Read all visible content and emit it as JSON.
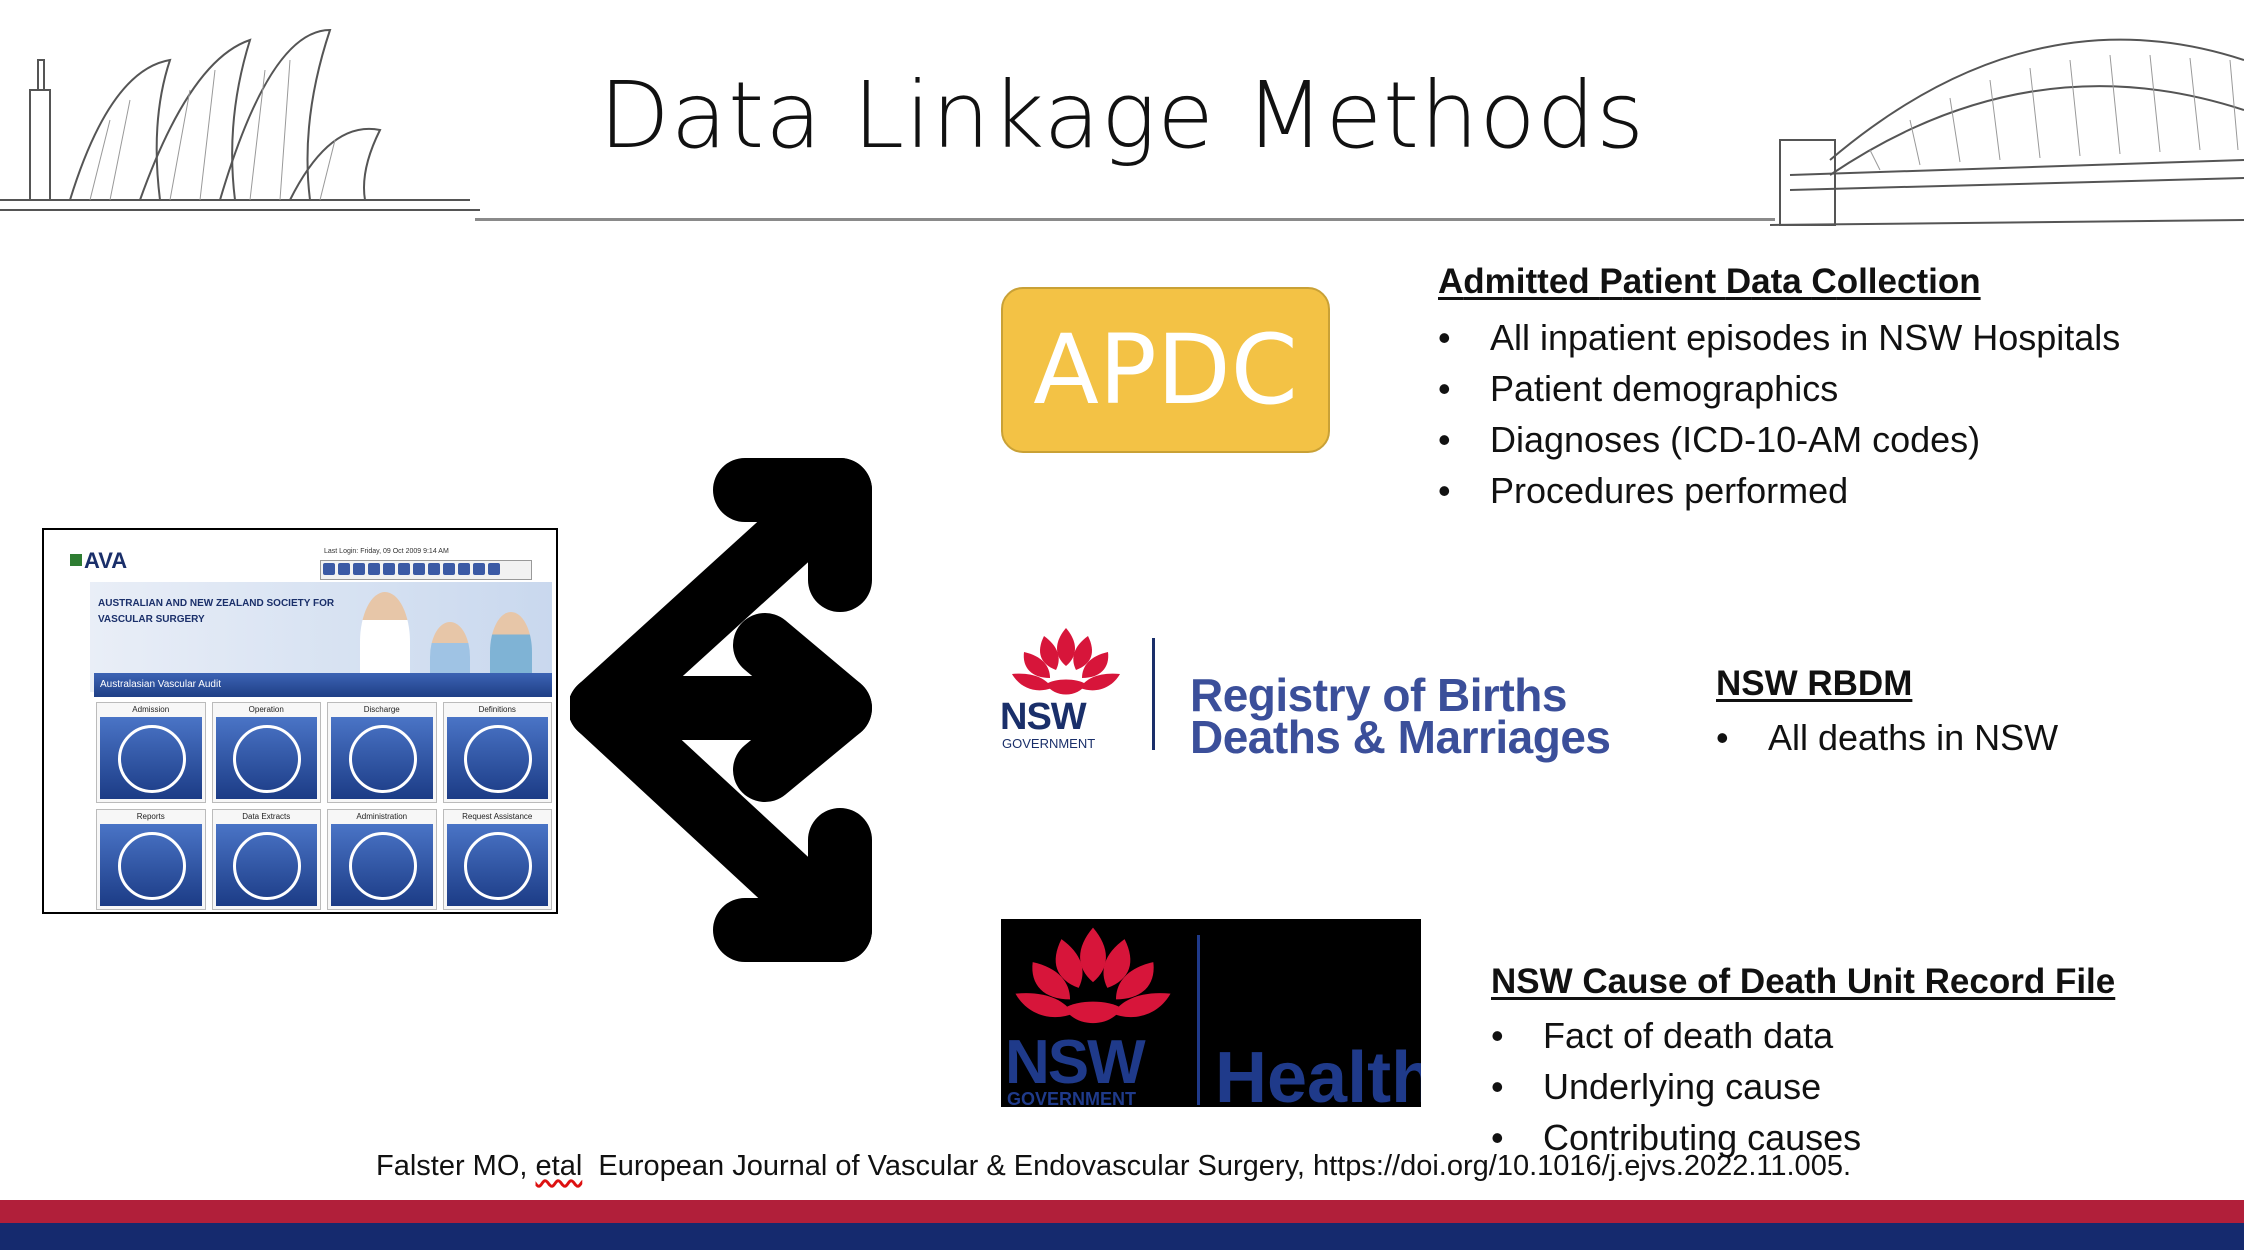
{
  "slide": {
    "title": "Data Linkage Methods",
    "citation": {
      "author": "Falster MO, ",
      "etal": "etal",
      "rest": "  European Journal of Vascular & Endovascular Surgery, https://doi.org/10.1016/j.ejvs.2022.11.005."
    }
  },
  "ava_screenshot": {
    "logo": "AVA",
    "last_login": "Last Login: Friday, 09 Oct 2009 9:14 AM",
    "banner": "AUSTRALIAN AND NEW ZEALAND SOCIETY FOR VASCULAR SURGERY",
    "strip": "Australasian Vascular Audit",
    "tiles": [
      "Admission",
      "Operation",
      "Discharge",
      "Definitions",
      "Reports",
      "Data Extracts",
      "Administration",
      "Request Assistance"
    ]
  },
  "apdc": {
    "badge": "APDC",
    "heading_parts": [
      "A",
      "dmitted ",
      "P",
      "atient ",
      "D",
      "ata ",
      "C",
      "ollection"
    ],
    "items": [
      "All inpatient episodes in NSW Hospitals",
      "Patient demographics",
      "Diagnoses (ICD-10-AM codes)",
      "Procedures performed"
    ]
  },
  "rbdm": {
    "logo_nsw": "NSW",
    "logo_gov": "GOVERNMENT",
    "logo_line1": "Registry of Births",
    "logo_line2": "Deaths & Marriages",
    "heading": "NSW RBDM",
    "items": [
      "All deaths in NSW"
    ]
  },
  "codurf": {
    "logo_nsw": "NSW",
    "logo_gov": "GOVERNMENT",
    "logo_word": "Health",
    "heading": "NSW Cause of Death Unit Record File",
    "items": [
      "Fact of death data",
      "Underlying cause",
      "Contributing causes"
    ]
  },
  "colors": {
    "apdc_badge": "#f3c245",
    "nsw_red": "#d7153a",
    "nsw_blue": "#1a2f6a",
    "band_red": "#b11f3a",
    "band_blue": "#152a6e"
  }
}
